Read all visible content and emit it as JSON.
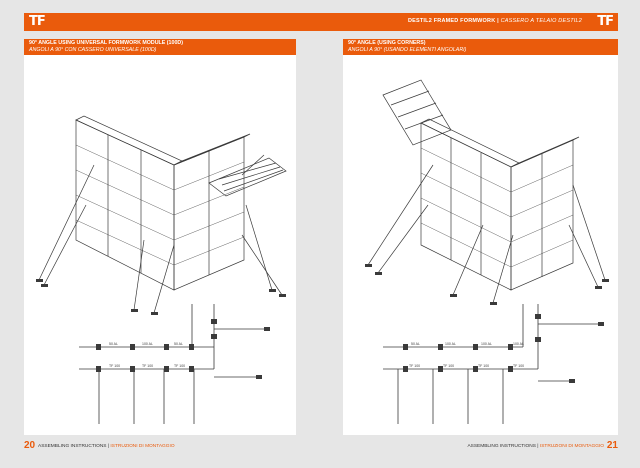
{
  "header": {
    "logo": "TF",
    "product": "DESTIL2 FRAMED FORMWORK",
    "product_it": "CASSERO A TELAIO DESTIL2"
  },
  "left_page": {
    "title": "90° ANGLE USING UNIVERSAL FORMWORK MODULE (100D)",
    "subtitle": "ANGOLI A 90° CON CASSERO UNIVERSALE (100D)",
    "page_number": "20",
    "footer": "ASSEMBLING INSTRUCTIONS",
    "footer_it": "ISTRUZIONI DI MONTAGGIO",
    "plan_labels": [
      "50 AL",
      "100 AL",
      "50 AL",
      "TF 100",
      "TF 100",
      "TF 100"
    ]
  },
  "right_page": {
    "title": "90° ANGLE (USING CORNERS)",
    "subtitle": "ANGOLI A 90° (USANDO ELEMENTI ANGOLARI)",
    "page_number": "21",
    "footer": "ASSEMBLING INSTRUCTIONS",
    "footer_it": "ISTRUZIONI DI MONTAGGIO",
    "plan_labels": [
      "50 AL",
      "100 AL",
      "100 AL",
      "100 AL",
      "TF 100",
      "TF 100",
      "TF 100",
      "TF 100"
    ]
  },
  "colors": {
    "brand": "#ea5b0c",
    "background": "#e6e6e6",
    "page": "#ffffff",
    "line": "#3a3a3a"
  }
}
